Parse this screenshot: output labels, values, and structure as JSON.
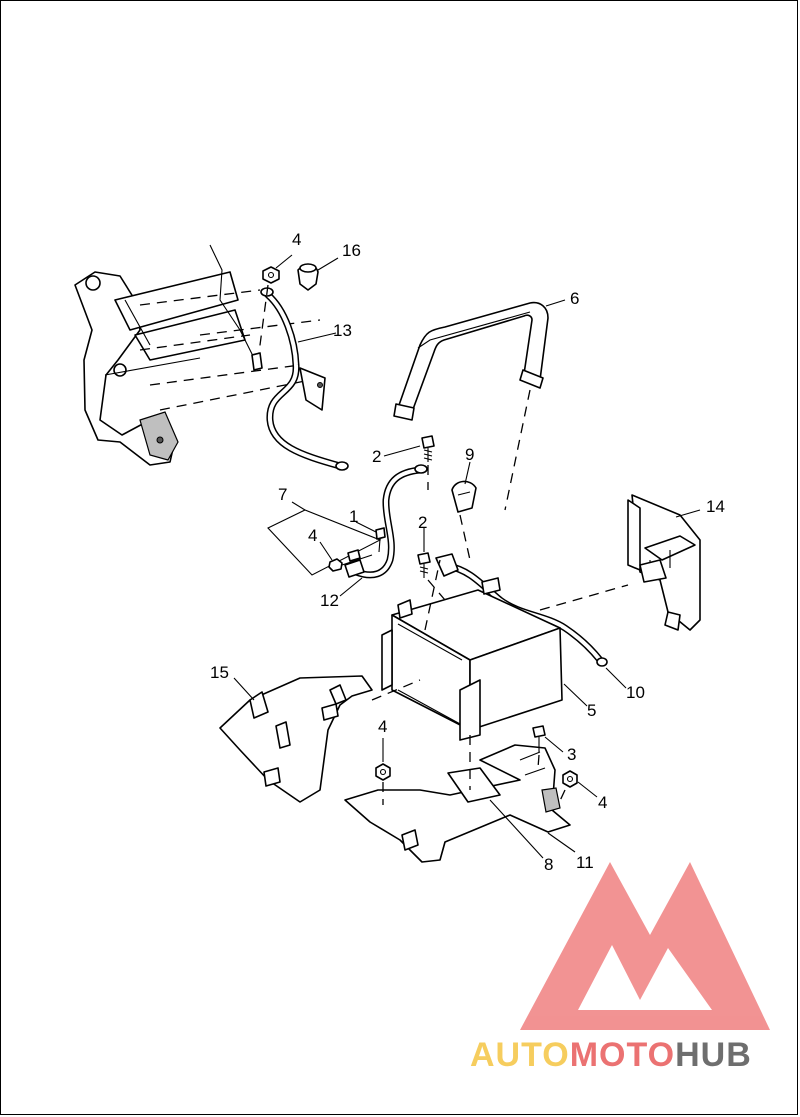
{
  "callouts": {
    "c1": "1",
    "c2a": "2",
    "c2b": "2",
    "c3": "3",
    "c4a": "4",
    "c4b": "4",
    "c4c": "4",
    "c4d": "4",
    "c5": "5",
    "c6": "6",
    "c7": "7",
    "c8": "8",
    "c9": "9",
    "c10": "10",
    "c11": "11",
    "c12": "12",
    "c13": "13",
    "c14": "14",
    "c15": "15",
    "c16": "16"
  },
  "watermark": {
    "part1": "AUTO",
    "part2": "MOTO",
    "part3": "HUB",
    "color1": "#f5c542",
    "color2": "#e85a5a",
    "color3": "#555555",
    "logo_color": "#f08080"
  }
}
